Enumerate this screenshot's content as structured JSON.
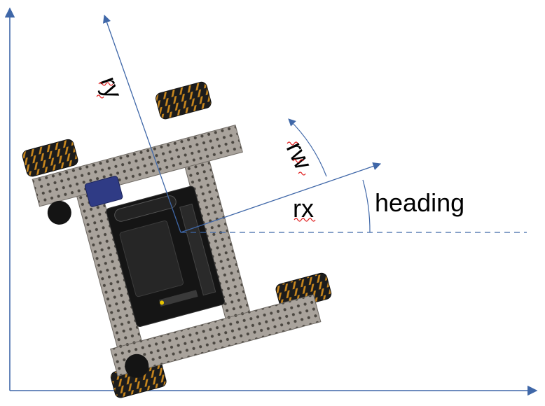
{
  "labels": {
    "ry": "ry",
    "rw": "rw",
    "rx": "rx",
    "heading": "heading"
  },
  "colors": {
    "axis": "#3f67a8",
    "robot_frame": "#a59f98",
    "robot_frame_dark": "#6f6a64",
    "wheel": "#1c1c1c",
    "wheel_roller": "#c8861d",
    "hub": "#151515",
    "battery_blue": "#2f3b85",
    "spellcheck": "#e02020"
  },
  "icons": {
    "robot": "mecanum-robot-icon",
    "hub": "control-hub-icon"
  }
}
